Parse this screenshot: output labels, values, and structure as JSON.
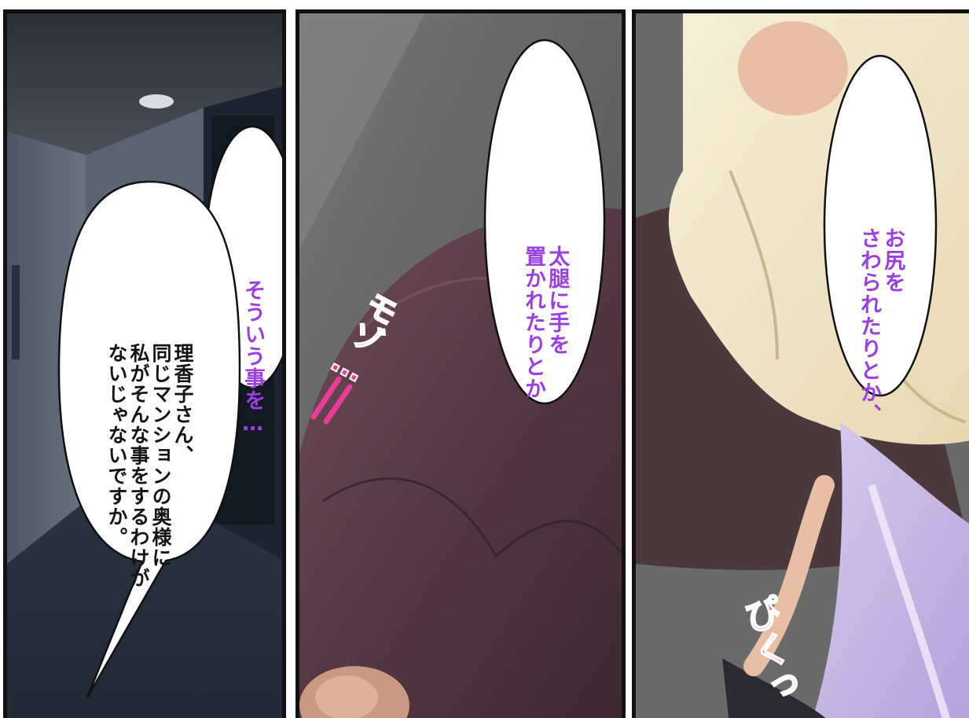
{
  "bubbles": {
    "b1": {
      "lines": [
        "そういう事を…"
      ],
      "color": "#9b3fe0"
    },
    "b2": {
      "lines": [
        "理香子さん、",
        "同じマンションの奥様に",
        "私がそんな事をするわけが",
        "ないじゃないですか。"
      ],
      "color": "#151515"
    },
    "b3": {
      "lines": [
        "太腿に手を",
        "置かれたりとか"
      ],
      "color": "#9b3fe0"
    },
    "b4": {
      "lines": [
        "お尻を",
        "さわられたりとか、"
      ],
      "color": "#9b3fe0"
    }
  },
  "sfx": {
    "p2": "モゾ…",
    "p3": "ぴくっ"
  },
  "colors": {
    "dialog_purple": "#9b3fe0",
    "dialog_black": "#151515",
    "sfx_pink": "#e83c97"
  }
}
